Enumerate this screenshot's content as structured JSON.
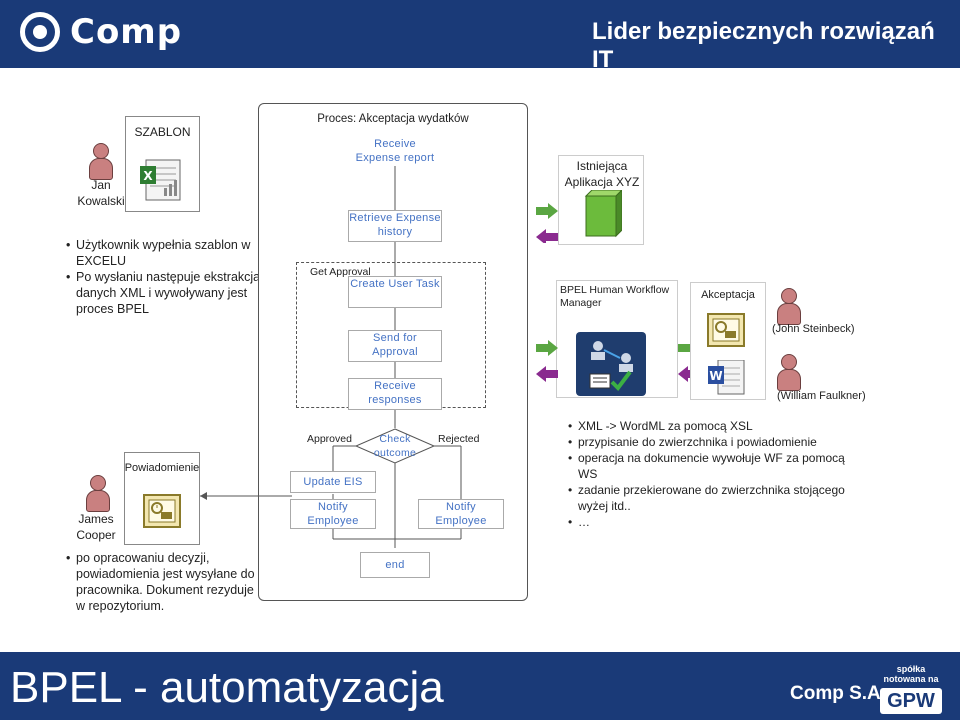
{
  "header": {
    "logo_text": "Comp",
    "tagline": "Lider bezpiecznych rozwiązań IT"
  },
  "footer": {
    "title": "BPEL - automatyzacja",
    "company": "Comp S.A.",
    "badge_small": "spółka notowana na",
    "badge_big": "GPW"
  },
  "left": {
    "template_label": "SZABLON",
    "user1_name": "Jan Kowalski",
    "bullets1": [
      "Użytkownik wypełnia szablon w EXCELU",
      "Po wysłaniu następuje ekstrakcja danych XML i wywoływany jest proces BPEL"
    ],
    "notification_label": "Powiadomienie",
    "user2_name": "James Cooper",
    "bullets2": [
      "po opracowaniu decyzji, powiadomienia jest wysyłane do pracownika. Dokument rezyduje w repozytorium."
    ]
  },
  "process": {
    "title": "Proces: Akceptacja wydatków",
    "nodes": {
      "receive_report": "Receive Expense report",
      "retrieve_history": "Retrieve Expense history",
      "get_approval": "Get Approval",
      "create_task": "Create User Task",
      "send_approval": "Send for Approval",
      "receive_responses": "Receive responses",
      "check_outcome": "Check outcome",
      "approved": "Approved",
      "rejected": "Rejected",
      "update_eis": "Update EIS",
      "notify_left": "Notify Employee",
      "notify_right": "Notify Employee",
      "end": "end"
    }
  },
  "right": {
    "existing_app": "Istniejąca Aplikacja XYZ",
    "bpel_label": "BPEL Human Workflow Manager",
    "approval_label": "Akceptacja",
    "approver1": "(John Steinbeck)",
    "approver2": "(William Faulkner)",
    "bullets": [
      "XML -> WordML za pomocą XSL",
      "przypisanie do zwierzchnika i powiadomienie",
      "operacja na dokumencie wywołuje WF za pomocą WS",
      "zadanie przekierowane do zwierzchnika stojącego wyżej itd..",
      "…"
    ]
  },
  "colors": {
    "brand": "#1a3a78",
    "arrow_green": "#5aa642",
    "arrow_purple": "#8a2a8f",
    "node_text": "#4472c4",
    "person": "#c98080"
  }
}
